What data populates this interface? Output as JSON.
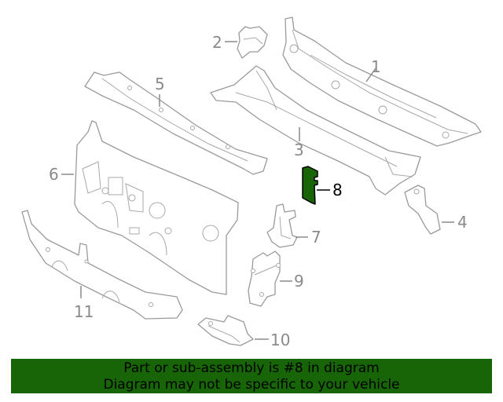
{
  "diagram": {
    "highlighted_part": "8",
    "highlight_color": "#176506",
    "line_color": "#9a9a9a",
    "callouts": [
      {
        "number": "1",
        "active": false
      },
      {
        "number": "2",
        "active": false
      },
      {
        "number": "3",
        "active": false
      },
      {
        "number": "4",
        "active": false
      },
      {
        "number": "5",
        "active": false
      },
      {
        "number": "6",
        "active": false
      },
      {
        "number": "7",
        "active": false
      },
      {
        "number": "8",
        "active": true
      },
      {
        "number": "9",
        "active": false
      },
      {
        "number": "10",
        "active": false
      },
      {
        "number": "11",
        "active": false
      }
    ]
  },
  "banner": {
    "background": "#176506",
    "line1": "Part or sub-assembly is #8 in diagram",
    "line2": "Diagram may not be specific to your vehicle"
  }
}
